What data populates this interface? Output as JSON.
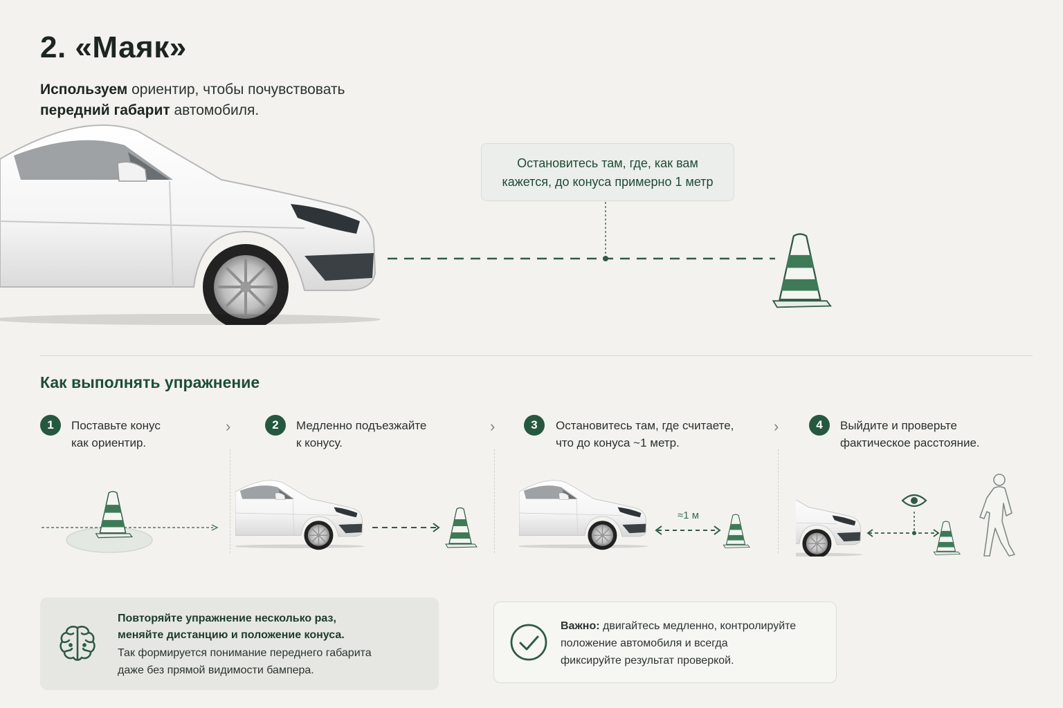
{
  "header": {
    "title": "2. «Маяк»",
    "subtitle_bold_1": "Используем",
    "subtitle_rest_1": " ориентир, чтобы почувствовать",
    "subtitle_bold_2": "передний габарит",
    "subtitle_rest_2": " автомобиля."
  },
  "hero": {
    "callout_line1": "Остановитесь там, где, как вам",
    "callout_line2": "кажется, до конуса примерно 1 метр"
  },
  "howto": {
    "title": "Как выполнять упражнение",
    "steps": [
      {
        "num": "1",
        "text": "Поставьте конус\nкак ориентир."
      },
      {
        "num": "2",
        "text": "Медленно подъезжайте\nк конусу."
      },
      {
        "num": "3",
        "text": "Остановитесь там, где считаете,\nчто до конуса ~1 метр."
      },
      {
        "num": "4",
        "text": "Выйдите и проверьте\nфактическое расстояние."
      }
    ],
    "distance_label": "≈1 м"
  },
  "tips": {
    "tip1_bold": "Повторяйте упражнение несколько раз,\nменяйте дистанцию и положение конуса.",
    "tip1_text": "Так формируется понимание переднего габарита\nдаже без прямой видимости бампера.",
    "tip2_bold": "Важно:",
    "tip2_text": " двигайтесь медленно, контролируйте\nположение автомобиля и всегда\nфиксируйте результат проверкой."
  },
  "colors": {
    "accent": "#25583f",
    "background": "#f3f2ee"
  },
  "icons": [
    "chevron-right-icon",
    "brain-icon",
    "check-circle-icon",
    "eye-icon",
    "cone-icon",
    "car-icon",
    "person-icon"
  ]
}
